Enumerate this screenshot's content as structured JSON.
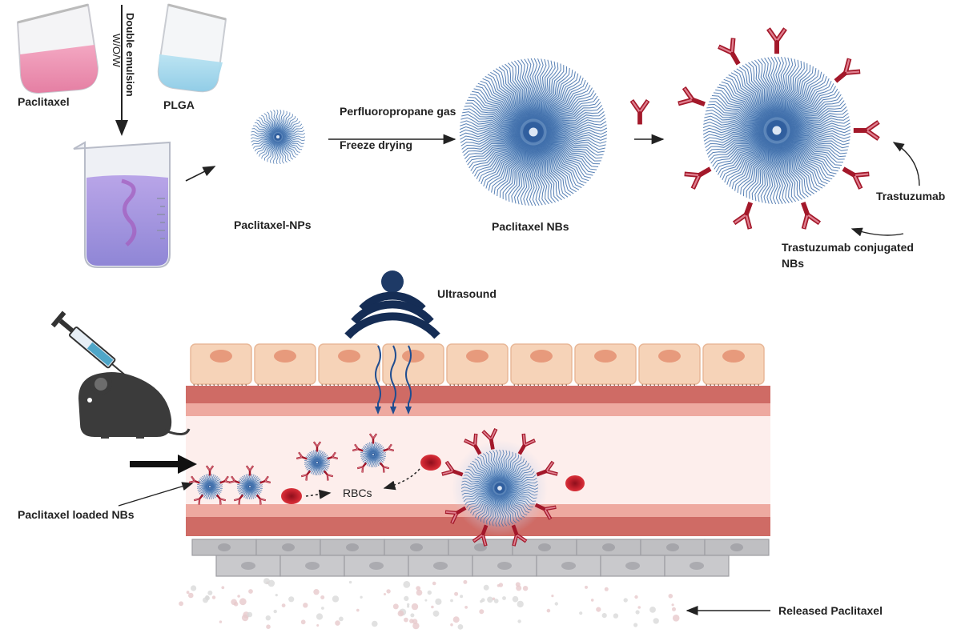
{
  "labels": {
    "paclitaxel": "Paclitaxel",
    "plga": "PLGA",
    "double_emulsion": "Double emulsion",
    "wow": "W/O/W",
    "paclitaxel_nps": "Paclitaxel-NPs",
    "perfluoropropane": "Perfluoropropane gas",
    "freeze_drying": "Freeze drying",
    "paclitaxel_nbs": "Paclitaxel NBs",
    "trastuzumab": "Trastuzumab",
    "trastuzumab_conj_1": "Trastuzumab conjugated",
    "trastuzumab_conj_2": "NBs",
    "ultrasound": "Ultrasound",
    "rbcs": "RBCs",
    "paclitaxel_loaded_nbs": "Paclitaxel loaded NBs",
    "released_paclitaxel": "Released Paclitaxel"
  },
  "colors": {
    "nanobubble": "#3a6aa8",
    "antibody": "#a3182a",
    "rbc": "#c0202c",
    "vessel_wall": "#d9857a",
    "vessel_lumen": "#fde9e6",
    "epithelium": "#f6d3b8",
    "ultrasound": "#152d55",
    "mouse": "#3b3b3b"
  },
  "icons": [
    "beaker-pink-icon",
    "beaker-blue-icon",
    "large-beaker-icon",
    "antibody-icon",
    "ultrasound-transducer-icon",
    "syringe-icon",
    "mouse-icon"
  ]
}
